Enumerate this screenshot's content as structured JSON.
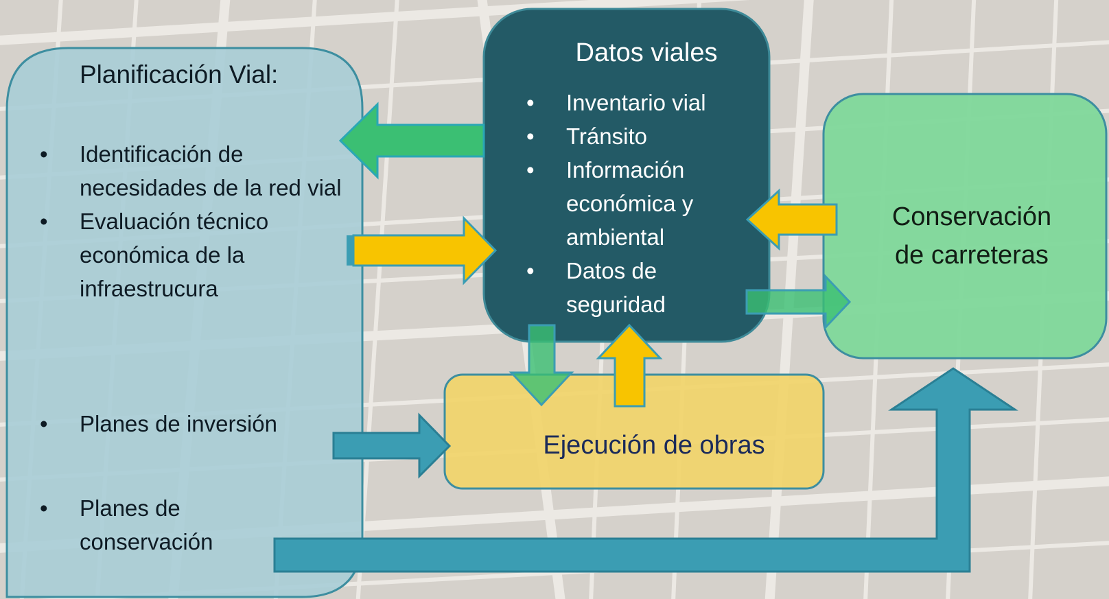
{
  "planning": {
    "title": "Planificación Vial:",
    "bullet": "•",
    "items_top": [
      "Identificación de necesidades de la red vial",
      "Evaluación técnico económica de la infraestrucura"
    ],
    "items_bottom": [
      "Planes de inversión",
      "Planes de conservación"
    ]
  },
  "road_data": {
    "title": "Datos viales",
    "items": [
      "Inventario vial",
      "Tránsito",
      "Información económica y ambiental",
      "Datos de seguridad"
    ]
  },
  "conservation": {
    "title_line1": "Conservación",
    "title_line2": "de carreteras"
  },
  "works": {
    "title": "Ejecución de obras"
  },
  "colors": {
    "planning_fill": "#a8cdd6",
    "road_data_fill": "#235a66",
    "conservation_fill": "#7fd89a",
    "works_fill": "#f1d46a",
    "arrow_green": "#3bbf73",
    "arrow_yellow": "#f8c400",
    "arrow_teal": "#3b9db3"
  }
}
